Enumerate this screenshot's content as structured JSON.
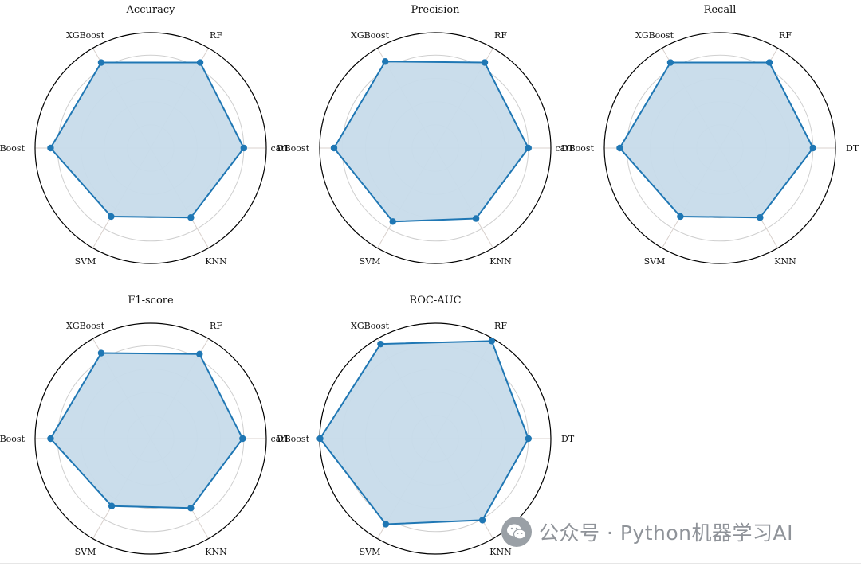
{
  "chart_data": [
    {
      "type": "radar",
      "title": "Accuracy",
      "categories": [
        "DT",
        "RF",
        "XGBoost",
        "catBoost",
        "SVM",
        "KNN"
      ],
      "values": [
        0.8,
        0.85,
        0.85,
        0.86,
        0.68,
        0.69
      ],
      "rlim": [
        0,
        1
      ],
      "rticks": [
        0.2,
        0.4,
        0.6,
        0.8
      ],
      "grid": true,
      "color": "#1f77b4",
      "fill": "#c7dbea"
    },
    {
      "type": "radar",
      "title": "Precision",
      "categories": [
        "DT",
        "RF",
        "XGBoost",
        "catBoost",
        "SVM",
        "KNN"
      ],
      "values": [
        0.8,
        0.85,
        0.86,
        0.87,
        0.73,
        0.7
      ],
      "rlim": [
        0,
        1
      ],
      "rticks": [
        0.2,
        0.4,
        0.6,
        0.8
      ],
      "grid": true,
      "color": "#1f77b4",
      "fill": "#c7dbea"
    },
    {
      "type": "radar",
      "title": "Recall",
      "categories": [
        "DT",
        "RF",
        "XGBoost",
        "catBoost",
        "SVM",
        "KNN"
      ],
      "values": [
        0.8,
        0.85,
        0.85,
        0.86,
        0.68,
        0.69
      ],
      "rlim": [
        0,
        1
      ],
      "rticks": [
        0.2,
        0.4,
        0.6,
        0.8
      ],
      "grid": true,
      "color": "#1f77b4",
      "fill": "#c7dbea"
    },
    {
      "type": "radar",
      "title": "F1-score",
      "categories": [
        "DT",
        "RF",
        "XGBoost",
        "catBoost",
        "SVM",
        "KNN"
      ],
      "values": [
        0.79,
        0.84,
        0.85,
        0.86,
        0.67,
        0.69
      ],
      "rlim": [
        0,
        1
      ],
      "rticks": [
        0.2,
        0.4,
        0.6,
        0.8
      ],
      "grid": true,
      "color": "#1f77b4",
      "fill": "#c7dbea"
    },
    {
      "type": "radar",
      "title": "ROC-AUC",
      "categories": [
        "DT",
        "RF",
        "XGBoost",
        "catBoost",
        "SVM",
        "KNN"
      ],
      "values": [
        0.8,
        0.97,
        0.94,
        0.99,
        0.85,
        0.81
      ],
      "rlim": [
        0,
        1
      ],
      "rticks": [
        0.2,
        0.4,
        0.6,
        0.8
      ],
      "grid": true,
      "color": "#1f77b4",
      "fill": "#c7dbea"
    }
  ],
  "watermark": {
    "text": "公众号 · Python机器学习AI",
    "icon": "wechat-icon"
  }
}
